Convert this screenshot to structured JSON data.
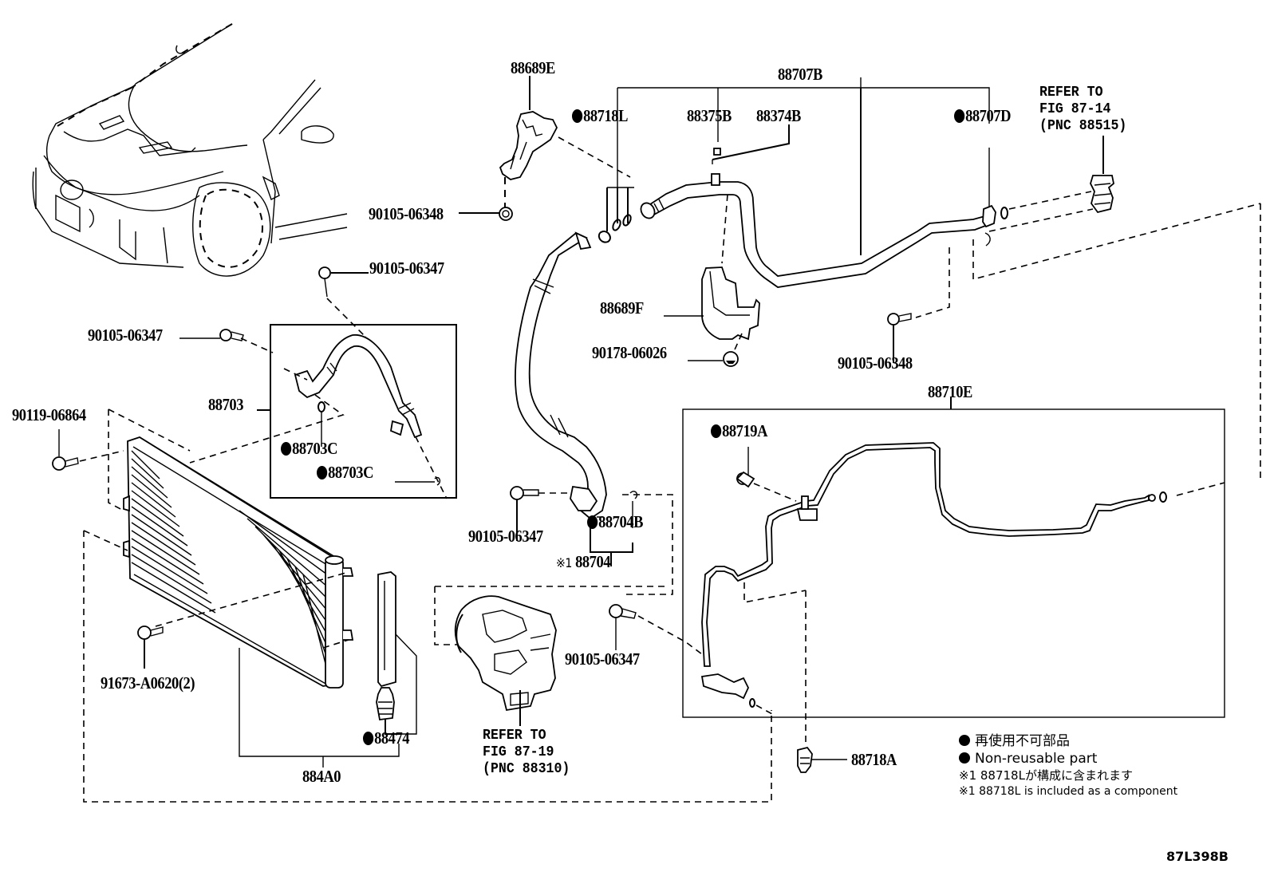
{
  "diagram": {
    "figure_id": "87L398B",
    "parts": {
      "p88689E": {
        "code": "88689E",
        "nonreusable": false
      },
      "p88707B": {
        "code": "88707B",
        "nonreusable": false
      },
      "p88718L": {
        "code": "88718L",
        "nonreusable": true
      },
      "p88375B": {
        "code": "88375B",
        "nonreusable": false
      },
      "p88374B": {
        "code": "88374B",
        "nonreusable": false
      },
      "p88707D": {
        "code": "88707D",
        "nonreusable": true
      },
      "p90105_06348_a": {
        "code": "90105-06348",
        "nonreusable": false
      },
      "p90105_06347_a": {
        "code": "90105-06347",
        "nonreusable": false
      },
      "p90105_06347_b": {
        "code": "90105-06347",
        "nonreusable": false
      },
      "p88689F": {
        "code": "88689F",
        "nonreusable": false
      },
      "p90178_06026": {
        "code": "90178-06026",
        "nonreusable": false
      },
      "p90105_06348_b": {
        "code": "90105-06348",
        "nonreusable": false
      },
      "p88703": {
        "code": "88703",
        "nonreusable": false
      },
      "p90119_06864": {
        "code": "90119-06864",
        "nonreusable": false
      },
      "p88703C_a": {
        "code": "88703C",
        "nonreusable": true
      },
      "p88703C_b": {
        "code": "88703C",
        "nonreusable": true
      },
      "p88710E": {
        "code": "88710E",
        "nonreusable": false
      },
      "p88719A": {
        "code": "88719A",
        "nonreusable": true
      },
      "p90105_06347_c": {
        "code": "90105-06347",
        "nonreusable": false
      },
      "p88704B": {
        "code": "88704B",
        "nonreusable": true
      },
      "p88704": {
        "code": "88704",
        "note_mark": "※1",
        "nonreusable": false
      },
      "p91673_A0620": {
        "code": "91673-A0620(2)",
        "nonreusable": false
      },
      "p90105_06347_d": {
        "code": "90105-06347",
        "nonreusable": false
      },
      "p88474": {
        "code": "88474",
        "nonreusable": true
      },
      "p884A0": {
        "code": "884A0",
        "nonreusable": false
      },
      "p88718A": {
        "code": "88718A",
        "nonreusable": false
      }
    },
    "references": {
      "fig_87_14": "REFER TO\nFIG 87-14\n(PNC 88515)",
      "fig_87_19": "REFER TO\nFIG 87-19\n(PNC 88310)"
    },
    "legend": {
      "nonreusable_jp": "再使用不可部品",
      "nonreusable_en": "Non-reusable part",
      "note1_jp": "※1 88718Lが構成に含まれます",
      "note1_en": "※1 88718L  is included as a component"
    }
  }
}
